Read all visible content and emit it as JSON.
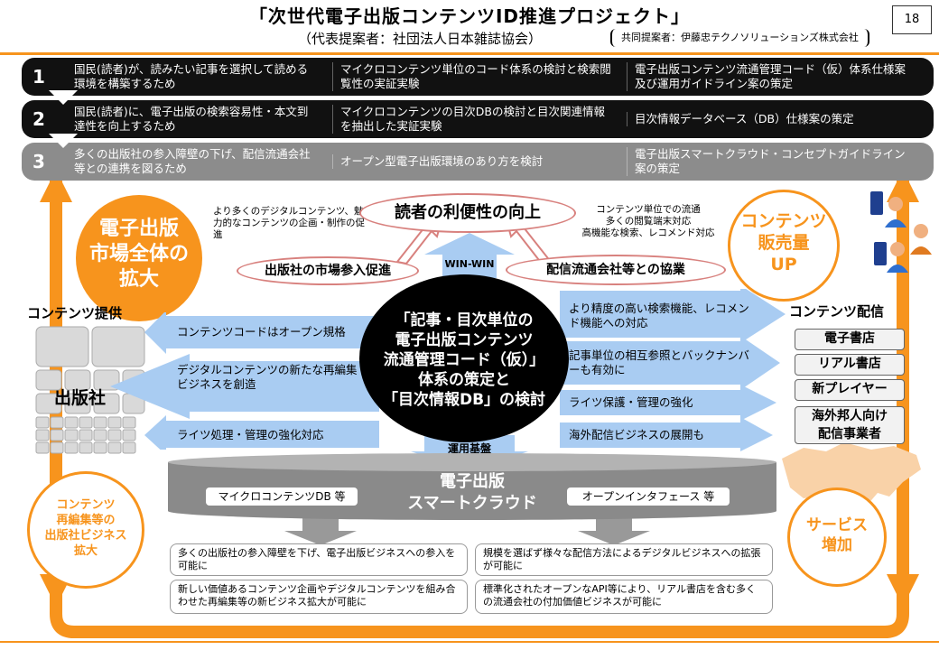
{
  "header": {
    "title": "「次世代電子出版コンテンツID推進プロジェクト」",
    "subtitle": "（代表提案者：社団法人日本雑誌協会）",
    "co_proposer": "共同提案者：伊藤忠テクノソリューションズ株式会社",
    "page_number": "18"
  },
  "rows": [
    {
      "num": "1",
      "c1": "国民(読者)が、読みたい記事を選択して読める環境を構築するため",
      "c2": "マイクロコンテンツ単位のコード体系の検討と検索閲覧性の実証実験",
      "c3": "電子出版コンテンツ流通管理コード（仮）体系仕様案及び運用ガイドライン案の策定"
    },
    {
      "num": "2",
      "c1": "国民(読者)に、電子出版の検索容易性・本文到達性を向上するため",
      "c2": "マイクロコンテンツの目次DBの検討と目次関連情報を抽出した実証実験",
      "c3": "目次情報データベース（DB）仕様案の策定"
    },
    {
      "num": "3",
      "c1": "多くの出版社の参入障壁の下げ、配信流通会社等との連携を図るため",
      "c2": "オープン型電子出版環境のあり方を検討",
      "c3": "電子出版スマートクラウド・コンセプトガイドライン案の策定"
    }
  ],
  "center": {
    "reader_benefit": "読者の利便性の向上",
    "publisher_entry": "出版社の市場参入促進",
    "distributor_coop": "配信流通会社等との協業",
    "win_win": "WIN-WIN",
    "core_l1": "「記事・目次単位の",
    "core_l2": "電子出版コンテンツ",
    "core_l3": "流通管理コード（仮）」",
    "core_l4": "体系の策定と",
    "core_l5": "「目次情報DB」の検討",
    "infra": "運用基盤"
  },
  "notes": {
    "left": "より多くのデジタルコンテンツ、魅力的なコンテンツの企画・制作の促進",
    "right": "コンテンツ単位での流通\n多くの閲覧端末対応\n高機能な検索、レコメンド対応"
  },
  "circles": {
    "market_l1": "電子出版",
    "market_l2": "市場全体の",
    "market_l3": "拡大",
    "sales_l1": "コンテンツ",
    "sales_l2": "販売量",
    "sales_l3": "UP",
    "reedit_l1": "コンテンツ",
    "reedit_l2": "再編集等の",
    "reedit_l3": "出版社ビジネス",
    "reedit_l4": "拡大",
    "service_l1": "サービス",
    "service_l2": "増加"
  },
  "provider": {
    "label": "コンテンツ提供",
    "publisher": "出版社"
  },
  "distribution": {
    "label": "コンテンツ配信",
    "items": [
      "電子書店",
      "リアル書店",
      "新プレイヤー",
      "海外邦人向け\n配信事業者"
    ]
  },
  "left_arrows": [
    "コンテンツコードはオープン規格",
    "デジタルコンテンツの新たな再編集ビジネスを創造",
    "ライツ処理・管理の強化対応"
  ],
  "right_arrows": [
    "より精度の高い検索機能、レコメンド機能への対応",
    "記事単位の相互参照とバックナンバーも有効に",
    "ライツ保護・管理の強化",
    "海外配信ビジネスの展開も"
  ],
  "cloud": {
    "title_l1": "電子出版",
    "title_l2": "スマートクラウド",
    "left_label": "マイクロコンテンツDB 等",
    "right_label": "オープンインタフェース 等"
  },
  "bottom": {
    "l1": "多くの出版社の参入障壁を下げ、電子出版ビジネスへの参入を可能に",
    "l2": "新しい価値あるコンテンツ企画やデジタルコンテンツを組み合わせた再編集等の新ビジネス拡大が可能に",
    "r1": "規模を選ばず様々な配信方法によるデジタルビジネスへの拡張が可能に",
    "r2": "標準化されたオープンなAPI等により、リアル書店を含む多くの流通会社の付加価値ビジネスが可能に"
  },
  "colors": {
    "orange": "#f7941d",
    "arrow_blue": "#a9ccf2",
    "dark": "#111111",
    "gray_row": "#8c8c8c",
    "oval_border": "#d8817e"
  }
}
